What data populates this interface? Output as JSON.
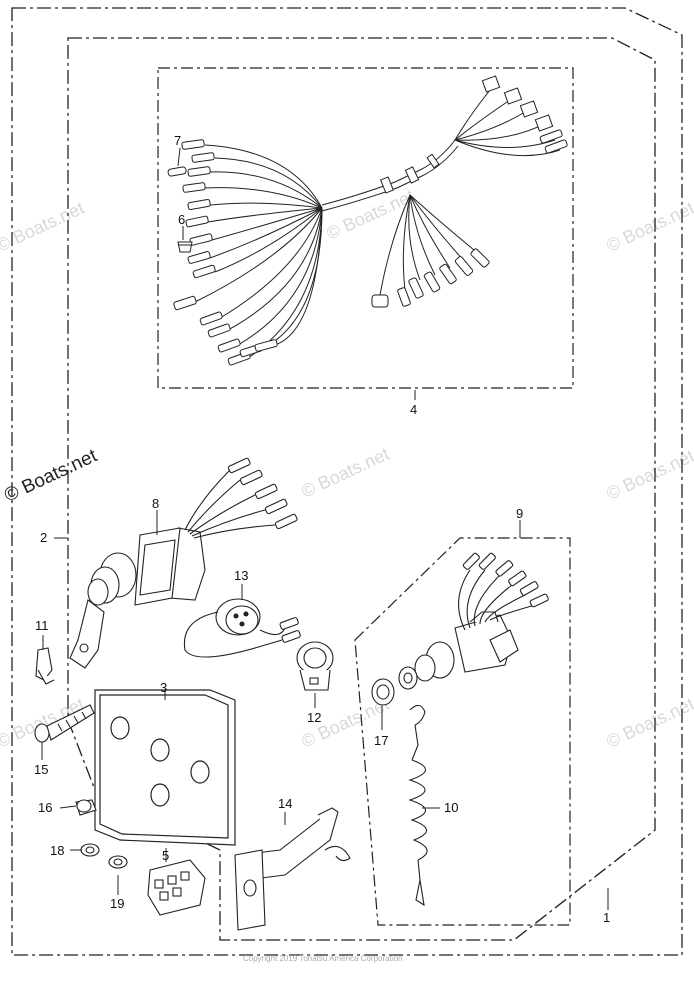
{
  "watermarks": {
    "faint": [
      "© Boats.net",
      "© Boats.net",
      "© Boats.net",
      "© Boats.net",
      "© Boats.net",
      "© Boats.net",
      "© Boats.net",
      "© Boats.net"
    ],
    "dark": "© Boats.net"
  },
  "copyright": "Copyright 2019 Tohatsu America Corporation",
  "callouts": {
    "c1": "1",
    "c2": "2",
    "c3": "3",
    "c4": "4",
    "c5": "5",
    "c6": "6",
    "c7": "7",
    "c8": "8",
    "c9": "9",
    "c10": "10",
    "c11": "11",
    "c12": "12",
    "c13": "13",
    "c14": "14",
    "c15": "15",
    "c16": "16",
    "c17": "17",
    "c18": "18",
    "c19": "19"
  }
}
